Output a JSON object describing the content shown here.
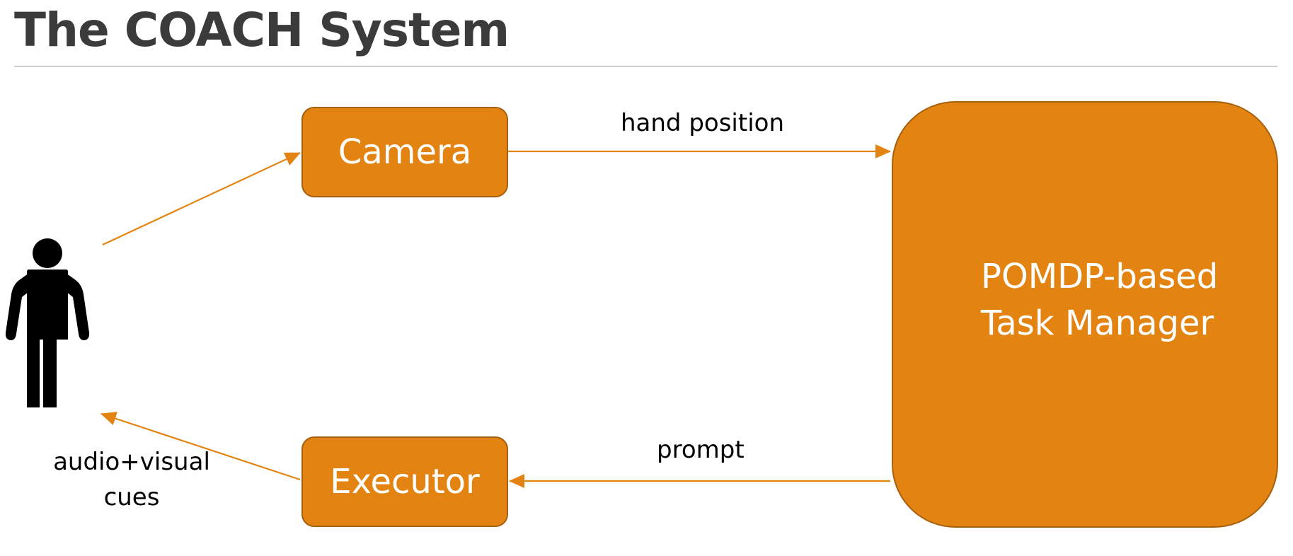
{
  "title": "The COACH System",
  "nodes": {
    "camera": "Camera",
    "executor": "Executor",
    "task_manager": [
      "POMDP-based",
      "Task Manager"
    ]
  },
  "edges": {
    "camera_to_manager": "hand position",
    "manager_to_executor": "prompt",
    "executor_to_user": [
      "audio+visual",
      "cues"
    ]
  },
  "colors": {
    "node_fill": "#e38412",
    "node_border": "#a65f0d",
    "arrow": "#e38412",
    "title": "#3b3b3b"
  },
  "icons": {
    "user": "person-icon"
  }
}
